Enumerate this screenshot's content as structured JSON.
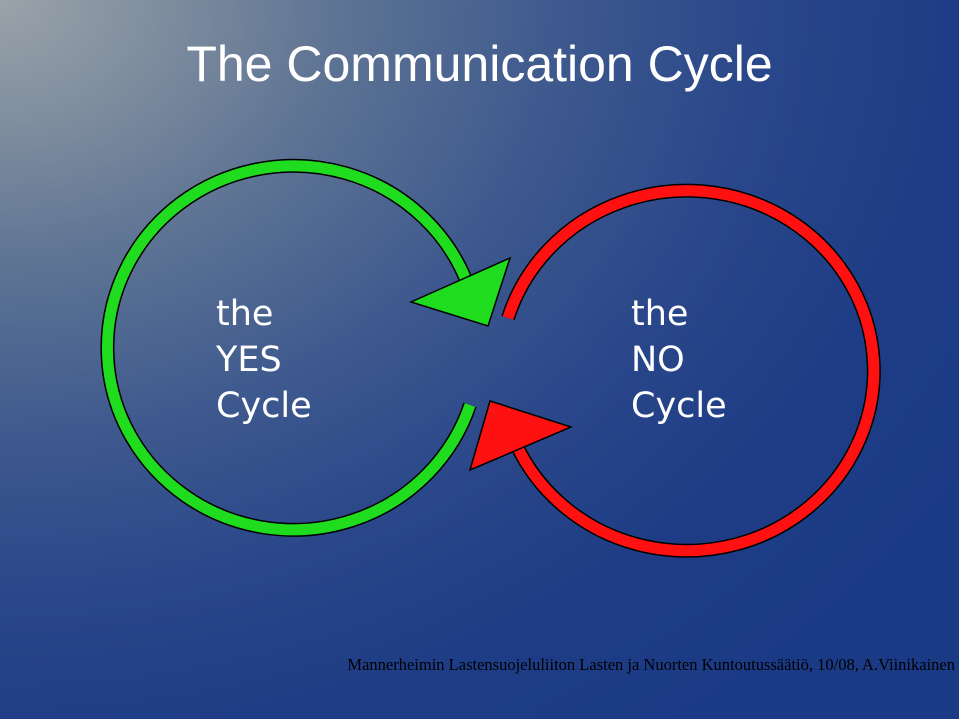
{
  "title": "The Communication Cycle",
  "yes_cycle": {
    "line1": "the",
    "line2": "YES",
    "line3": "Cycle",
    "color": "#1fdc1f"
  },
  "no_cycle": {
    "line1": "the",
    "line2": "NO",
    "line3": "Cycle",
    "color": "#ff1111"
  },
  "footer": "Mannerheimin Lastensuojeluliiton Lasten ja Nuorten Kuntoutussäätiö, 10/08, A.Viinikainen"
}
